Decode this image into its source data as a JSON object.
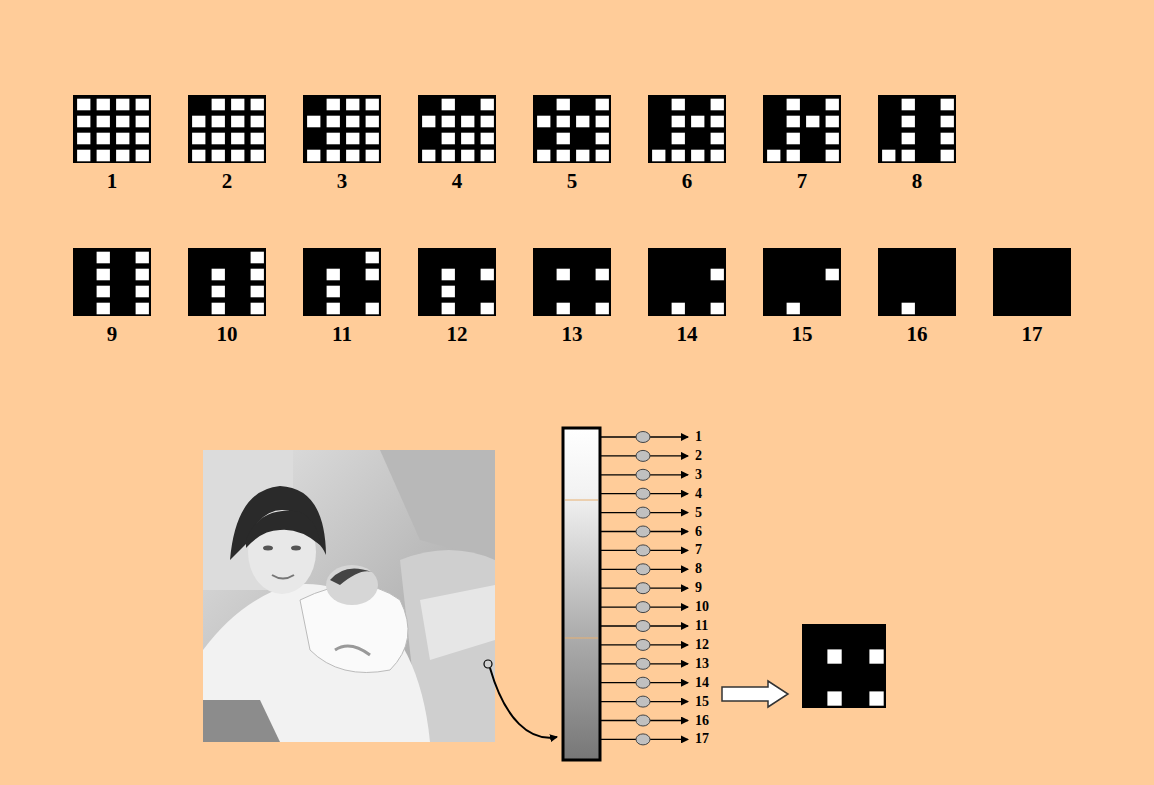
{
  "diagram": {
    "labels": [
      "1",
      "2",
      "3",
      "4",
      "5",
      "6",
      "7",
      "8",
      "9",
      "10",
      "11",
      "12",
      "13",
      "14",
      "15",
      "16",
      "17",
      "1",
      "2",
      "3",
      "4",
      "5",
      "6",
      "7",
      "8",
      "9",
      "10",
      "11",
      "12",
      "13",
      "14",
      "15",
      "16",
      "17"
    ]
  }
}
